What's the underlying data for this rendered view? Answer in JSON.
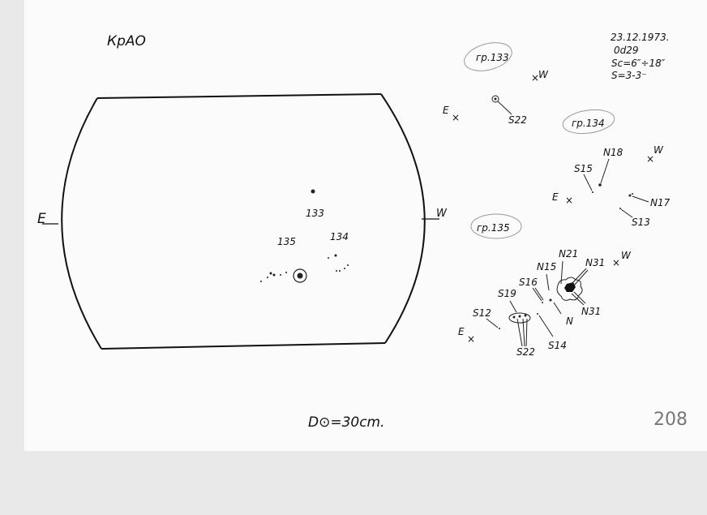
{
  "observatory": "КрАО",
  "header": {
    "date": "23.12.1973.",
    "time": "0d29",
    "seeing": "Sc=6″÷18″",
    "quality": "S=3-3⁻"
  },
  "disk": {
    "east": "E",
    "west": "W",
    "labels": {
      "g133": "133",
      "g134": "134",
      "g135": "135"
    },
    "diameter": "D⊙=30cm."
  },
  "groups": {
    "g133": {
      "title": "гр.133",
      "east": "E",
      "west": "W",
      "spots": [
        "S22"
      ]
    },
    "g134": {
      "title": "гр.134",
      "east": "E",
      "west": "W",
      "spots": [
        "S15",
        "N18",
        "N17",
        "S13"
      ]
    },
    "g135": {
      "title": "гр.135",
      "east": "E",
      "west": "W",
      "spots": [
        "S12",
        "S19",
        "S16",
        "N15",
        "N21",
        "N31",
        "N31",
        "N",
        "S14",
        "S22"
      ]
    }
  },
  "page_number": "208"
}
